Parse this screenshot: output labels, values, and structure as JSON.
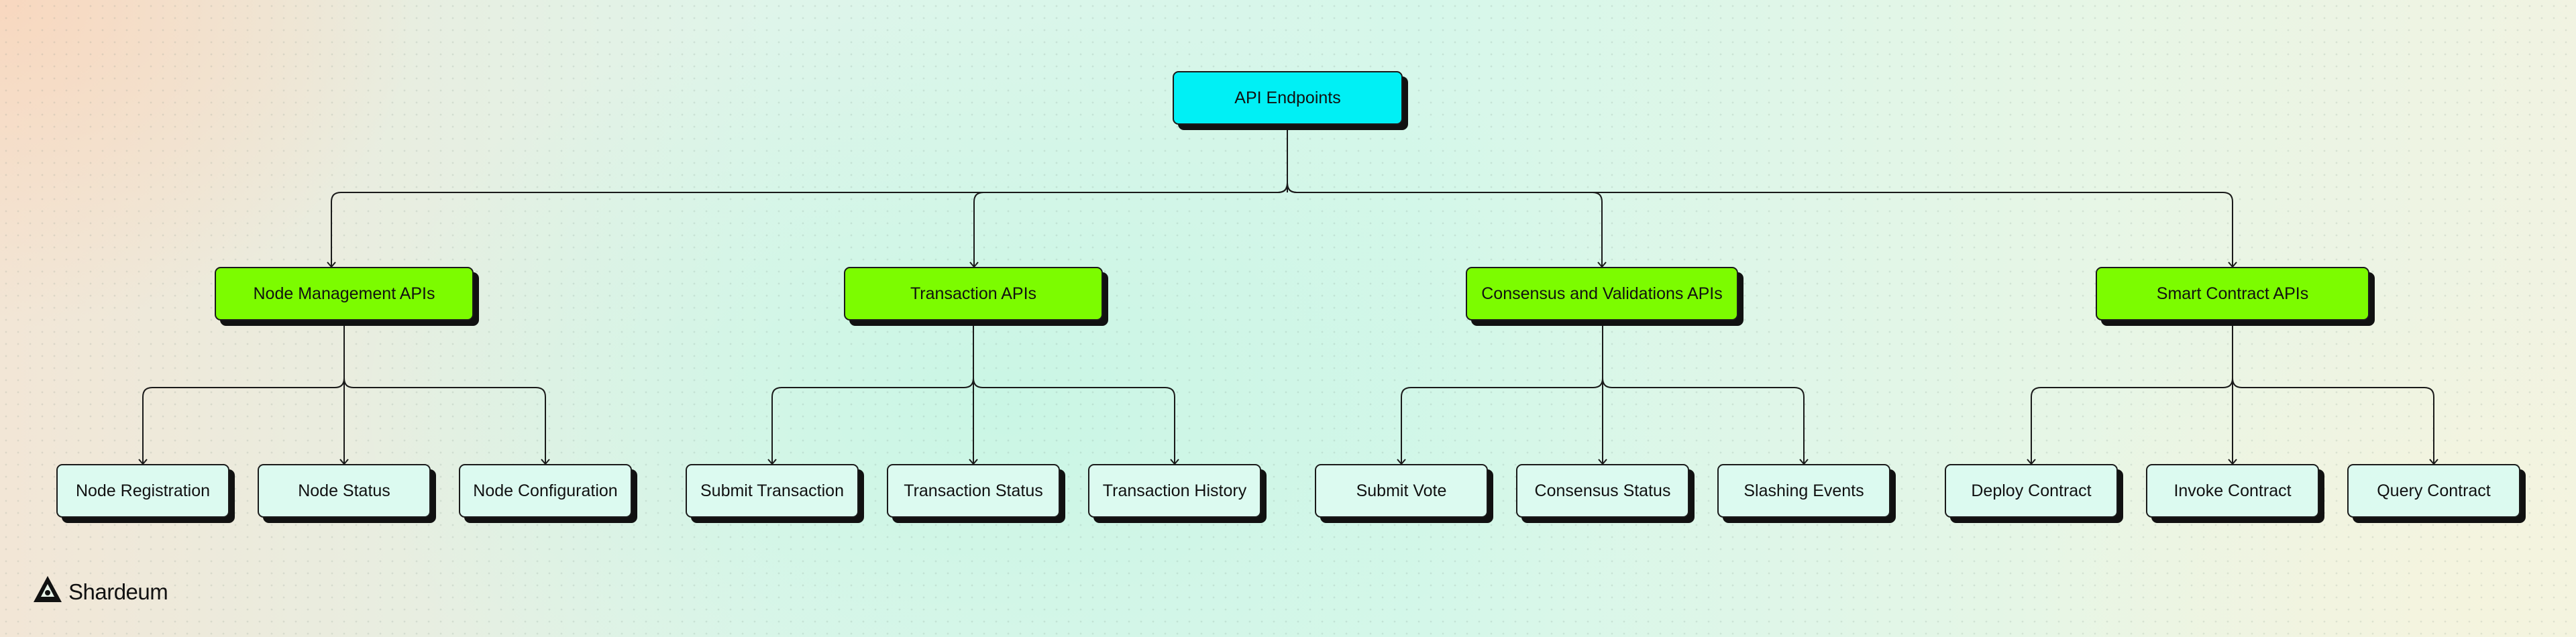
{
  "diagram": {
    "root": {
      "label": "API Endpoints"
    },
    "categories": [
      {
        "label": "Node Management APIs",
        "children": [
          "Node Registration",
          "Node Status",
          "Node Configuration"
        ]
      },
      {
        "label": "Transaction APIs",
        "children": [
          "Submit Transaction",
          "Transaction Status",
          "Transaction History"
        ]
      },
      {
        "label": "Consensus and Validations APIs",
        "children": [
          "Submit Vote",
          "Consensus Status",
          "Slashing Events"
        ]
      },
      {
        "label": "Smart Contract APIs",
        "children": [
          "Deploy Contract",
          "Invoke Contract",
          "Query Contract"
        ]
      }
    ]
  },
  "brand": {
    "name": "Shardeum",
    "icon": "shardeum-logo-icon"
  },
  "colors": {
    "root_fill": "#00f0f5",
    "category_fill": "#7cfc00",
    "leaf_fill": "#dcfaf0",
    "stroke": "#1a1a1a"
  }
}
